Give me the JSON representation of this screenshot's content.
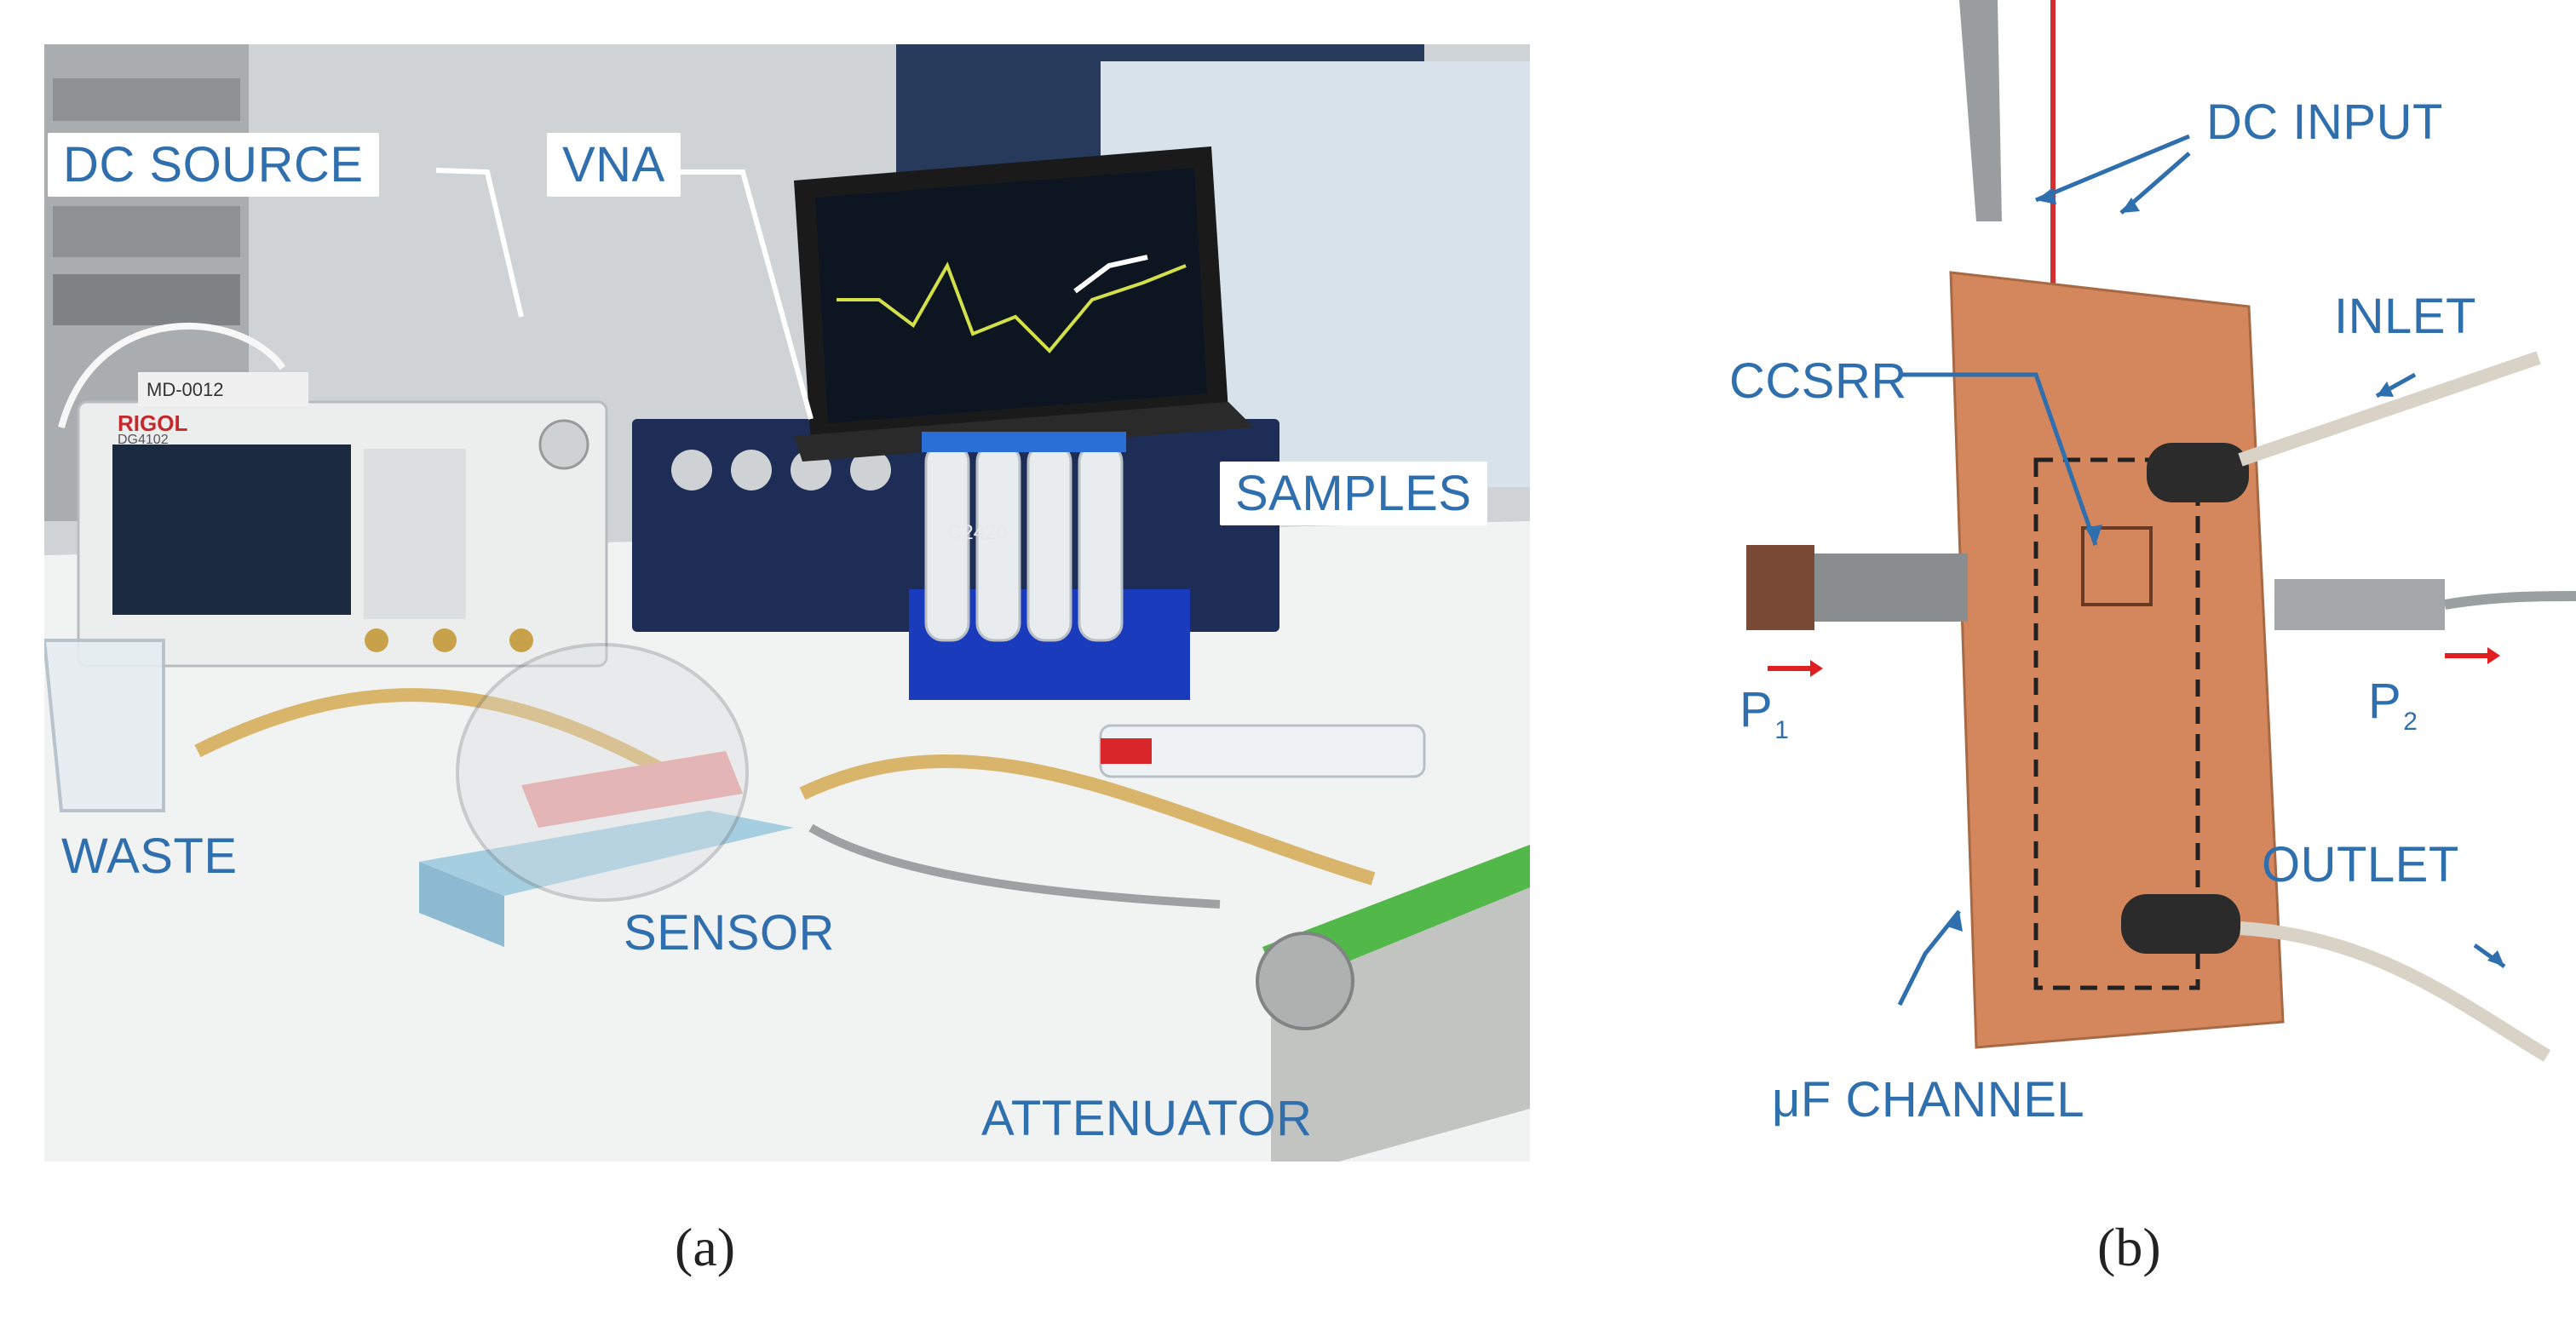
{
  "panel_a": {
    "caption": "(a)",
    "labels": {
      "dc_source": "DC SOURCE",
      "vna": "VNA",
      "samples": "SAMPLES",
      "waste": "WASTE",
      "sensor": "SENSOR",
      "attenuator": "ATTENUATOR"
    },
    "device_text": {
      "rigol": "RIGOL",
      "model": "DG4102",
      "vna_model": "C2420",
      "asset_tag": "MD-0012"
    }
  },
  "panel_b": {
    "caption": "(b)",
    "labels": {
      "dc_input": "DC INPUT",
      "inlet": "INLET",
      "ccsrr": "CCSRR",
      "outlet": "OUTLET",
      "channel": "μF CHANNEL",
      "p1_letter": "P",
      "p1_sub": "1",
      "p2_letter": "P",
      "p2_sub": "2"
    }
  },
  "colors": {
    "label_text": "#2f6fad",
    "arrow": "#2f6fad",
    "port_arrow": "#e02020",
    "copper": "#d4875c",
    "sensor_pcb": "#e8a0a0"
  }
}
